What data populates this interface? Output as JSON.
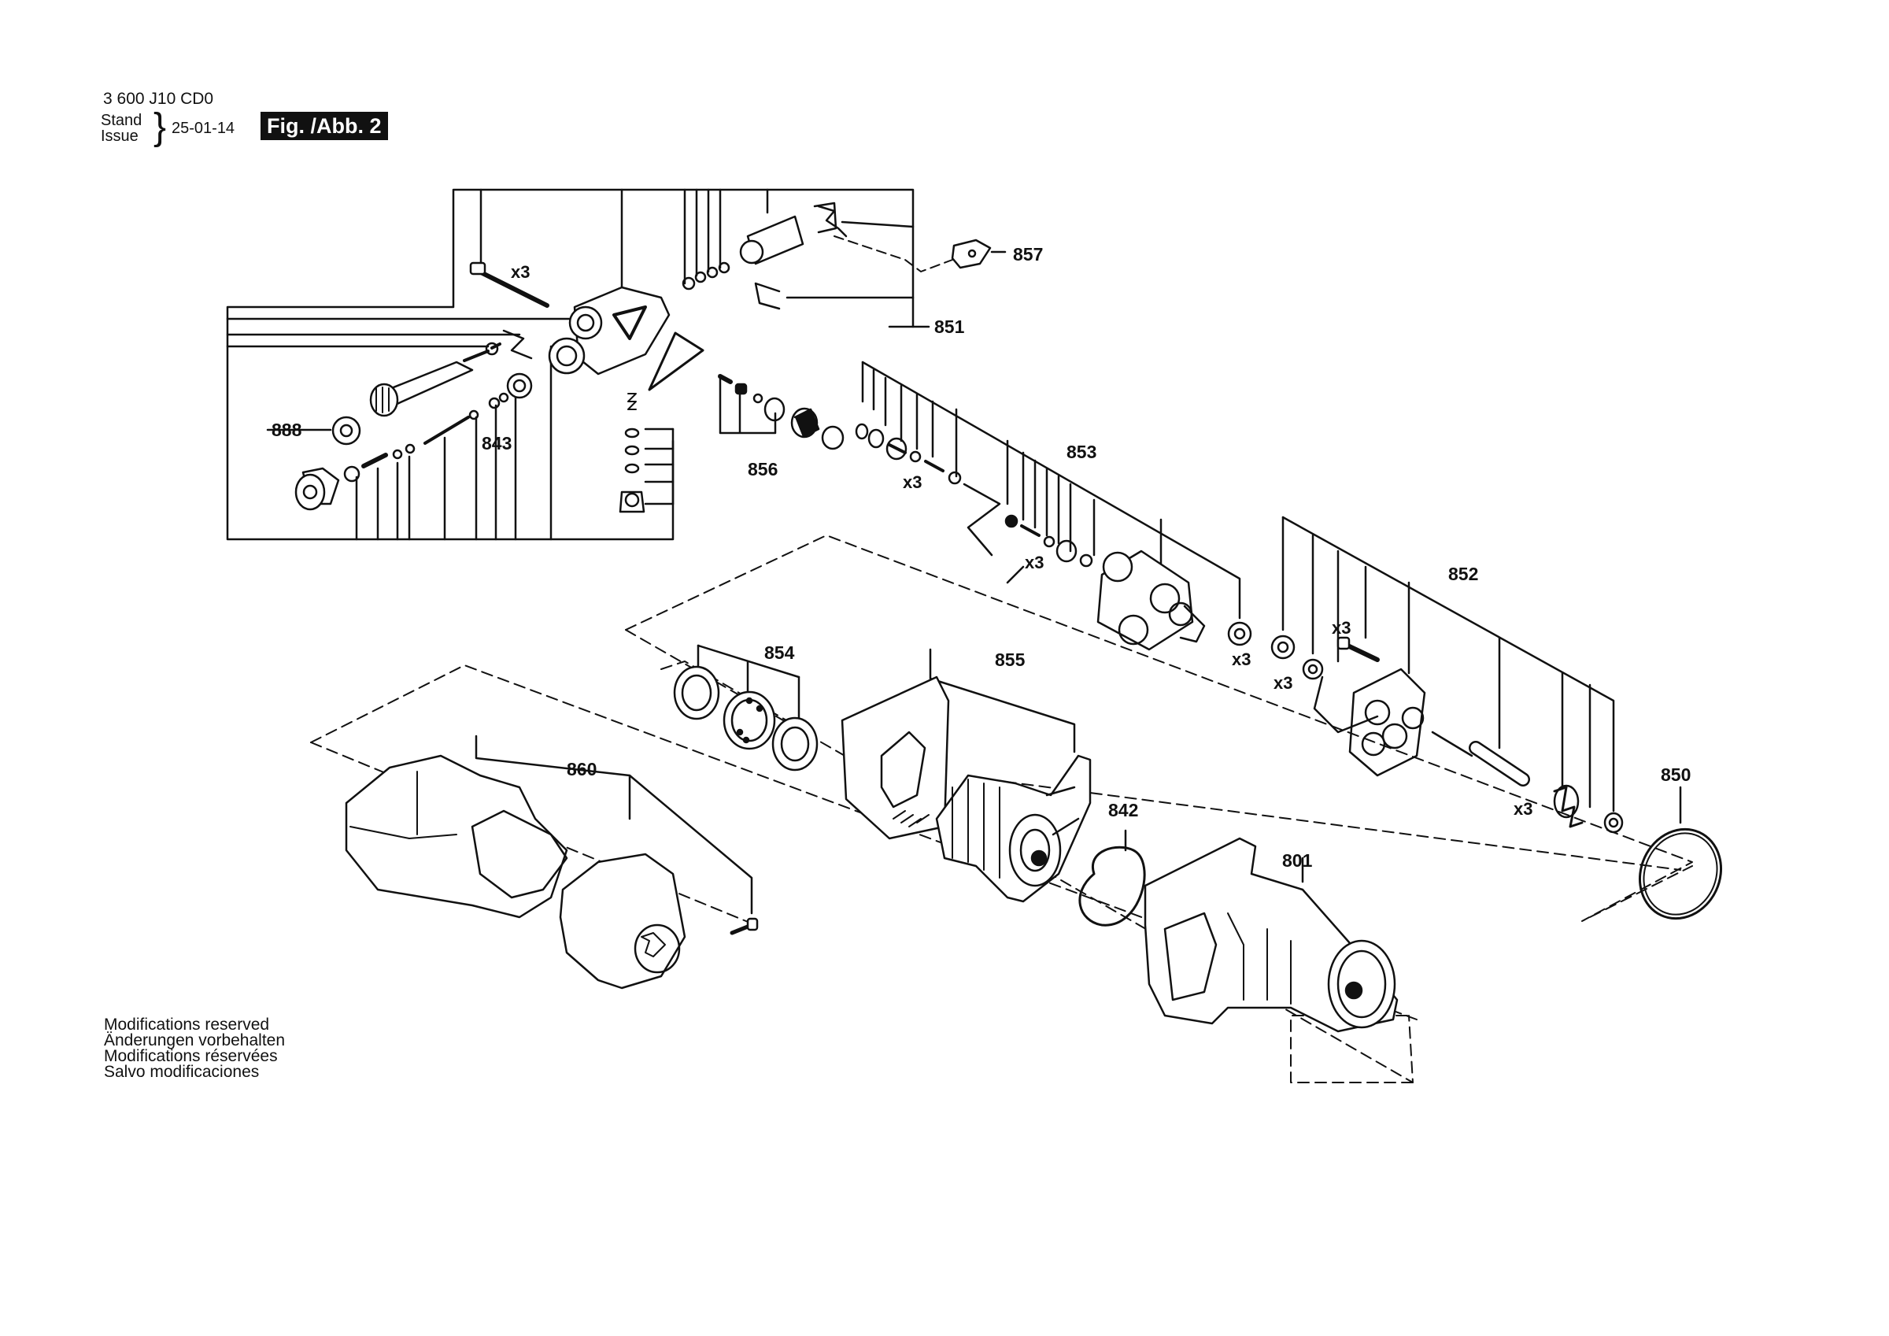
{
  "header": {
    "doc_number": "3 600 J10 CD0",
    "stand_label": "Stand",
    "issue_label": "Issue",
    "issue_date": "25-01-14",
    "figure_label": "Fig. /Abb. 2"
  },
  "parts": {
    "p857": "857",
    "p851": "851",
    "p888": "888",
    "p843": "843",
    "p856": "856",
    "p853": "853",
    "p852": "852",
    "p854": "854",
    "p855": "855",
    "p860": "860",
    "p842": "842",
    "p801": "801",
    "p850": "850"
  },
  "quantity_marks": {
    "q_screws": "x3",
    "q_853a": "x3",
    "q_853b": "x3",
    "q_853c": "x3",
    "q_852a": "x3",
    "q_852b": "x3",
    "q_852c": "x3"
  },
  "footer": {
    "line1": "Modifications reserved",
    "line2": "Änderungen vorbehalten",
    "line3": "Modifications réservées",
    "line4": "Salvo modificaciones"
  }
}
